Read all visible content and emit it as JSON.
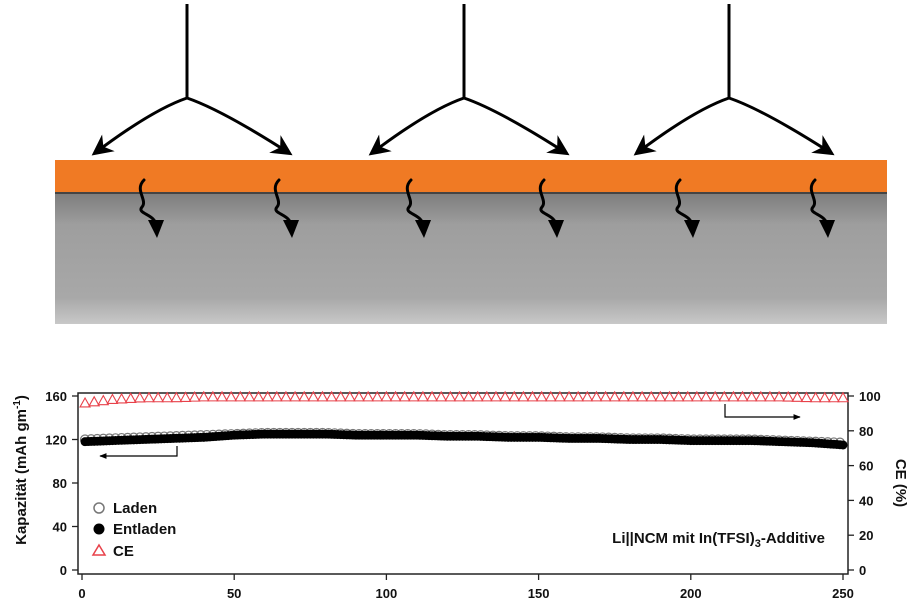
{
  "colors": {
    "coating": "#f07a24",
    "substrate": "#9a9a9a",
    "ce_series": "#e8414a",
    "discharge_series": "#000000",
    "charge_series": "#777777"
  },
  "chart_data": {
    "type": "scatter",
    "xlim": [
      0,
      250
    ],
    "ylim_left": [
      0,
      160
    ],
    "ylim_right": [
      0,
      100
    ],
    "x_ticks": [
      "0",
      "50",
      "100",
      "150",
      "200",
      "250"
    ],
    "y_ticks_left": [
      "0",
      "40",
      "80",
      "120",
      "160"
    ],
    "y_ticks_right": [
      "0",
      "20",
      "40",
      "60",
      "80",
      "100"
    ],
    "ylabel_left": "Kapazität (mAh gm",
    "ylabel_left_sup": "-1",
    "ylabel_left_end": ")",
    "ylabel_right": "CE (%)",
    "annotation_main": "Li||NCM mit In(TFSI)",
    "annotation_sub": "3",
    "annotation_end": "-Additive",
    "series": [
      {
        "name": "Laden",
        "axis": "left",
        "marker": "open-circle",
        "x": [
          1,
          10,
          20,
          30,
          40,
          50,
          60,
          70,
          80,
          90,
          100,
          110,
          120,
          130,
          140,
          150,
          160,
          170,
          180,
          190,
          200,
          210,
          220,
          230,
          240,
          250
        ],
        "y": [
          120,
          121,
          122,
          123,
          124,
          125,
          126,
          126,
          126,
          125,
          125,
          125,
          124,
          124,
          123,
          123,
          122,
          122,
          121,
          121,
          120,
          120,
          120,
          119,
          118,
          117
        ]
      },
      {
        "name": "Entladen",
        "axis": "left",
        "marker": "filled-circle",
        "x": [
          1,
          10,
          20,
          30,
          40,
          50,
          60,
          70,
          80,
          90,
          100,
          110,
          120,
          130,
          140,
          150,
          160,
          170,
          180,
          190,
          200,
          210,
          220,
          230,
          240,
          250
        ],
        "y": [
          118,
          119,
          120,
          121,
          122,
          124,
          125,
          125,
          125,
          124,
          124,
          124,
          123,
          123,
          122,
          122,
          121,
          121,
          120,
          120,
          119,
          119,
          119,
          118,
          117,
          115
        ]
      },
      {
        "name": "CE",
        "axis": "right",
        "marker": "open-triangle",
        "x": [
          1,
          10,
          20,
          30,
          40,
          50,
          60,
          70,
          80,
          90,
          100,
          110,
          120,
          130,
          140,
          150,
          160,
          170,
          180,
          190,
          200,
          210,
          220,
          230,
          240,
          250
        ],
        "y": [
          96,
          98,
          99,
          99,
          99.5,
          99.5,
          99.5,
          99.5,
          99.5,
          99.5,
          99.5,
          99.5,
          99.5,
          99.5,
          99.5,
          99.5,
          99.5,
          99.5,
          99.5,
          99.5,
          99.5,
          99.5,
          99.5,
          99.5,
          99,
          99
        ]
      }
    ],
    "legend_placement": "bottom-left",
    "grid": false
  }
}
